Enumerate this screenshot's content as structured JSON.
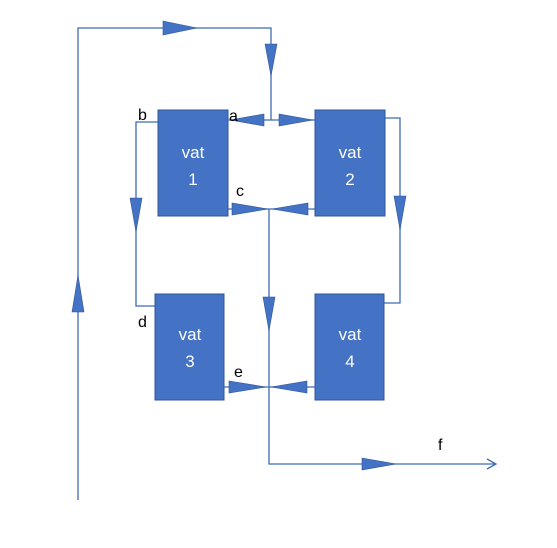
{
  "vats": [
    {
      "name": "vat",
      "number": "1"
    },
    {
      "name": "vat",
      "number": "2"
    },
    {
      "name": "vat",
      "number": "3"
    },
    {
      "name": "vat",
      "number": "4"
    }
  ],
  "points": {
    "a": "a",
    "b": "b",
    "c": "c",
    "d": "d",
    "e": "e",
    "f": "f"
  },
  "colors": {
    "vat_fill": "#4472c4",
    "line": "#3f6bb5",
    "arrow": "#4472c4"
  }
}
